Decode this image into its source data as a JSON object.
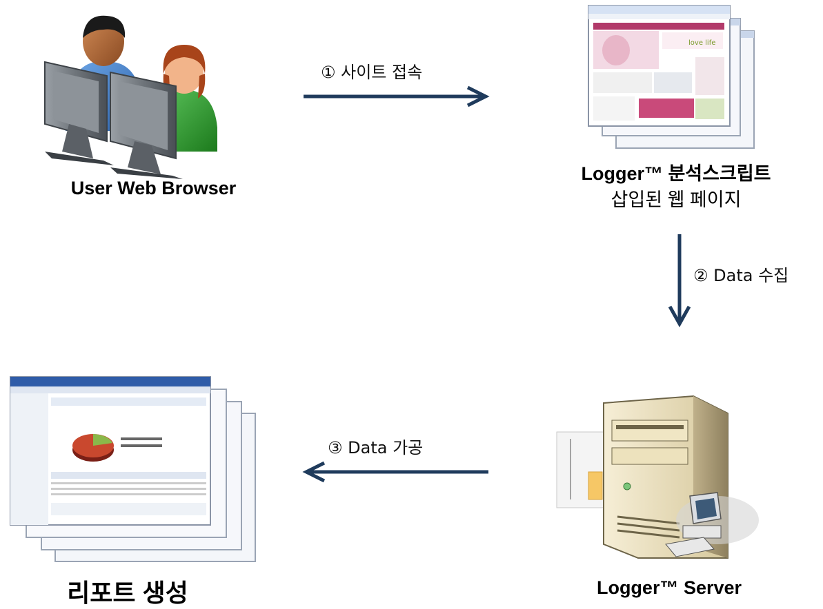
{
  "nodes": {
    "user": {
      "label": "User Web Browser",
      "icon": "users-at-computers-icon"
    },
    "webpage": {
      "label_line1": "Logger™ 분석스크립트",
      "label_line2": "삽입된 웹 페이지",
      "icon": "web-pages-icon"
    },
    "server": {
      "label": "Logger™ Server",
      "icon": "server-tower-icon"
    },
    "report": {
      "label": "리포트 생성",
      "icon": "report-pages-icon"
    }
  },
  "steps": {
    "step1": "① 사이트 접속",
    "step2": "② Data 수집",
    "step3": "③ Data 가공"
  },
  "colors": {
    "arrow": "#1f3b5c"
  }
}
